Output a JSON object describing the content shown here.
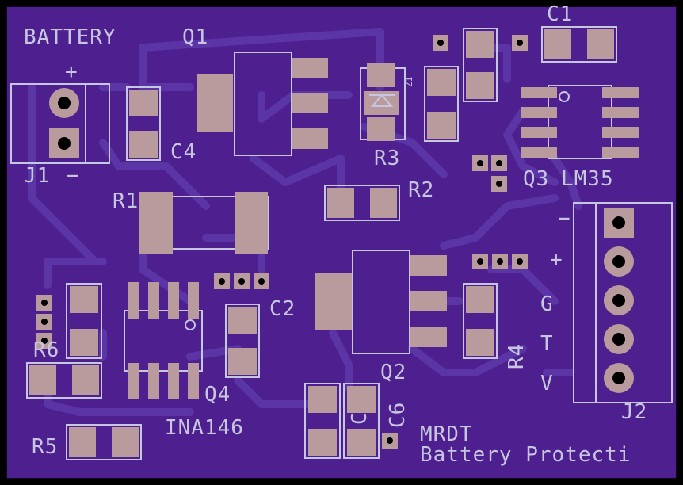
{
  "board": {
    "background": "#000000",
    "substrate_color": "#4e1f8e",
    "trace_color": "#5b34a6",
    "pad_color": "#b99b9d",
    "silkscreen_color": "#c7c6e0"
  },
  "labels": {
    "battery": "BATTERY",
    "q1": "Q1",
    "c1": "C1",
    "c4": "C4",
    "z1": "Z1",
    "r3": "R3",
    "j1": "J1",
    "j1_plus": "+",
    "j1_minus": "−",
    "q3": "Q3",
    "lm35": "LM35",
    "r1": "R1",
    "r2": "R2",
    "c2": "C2",
    "r6": "R6",
    "r5": "R5",
    "q4": "Q4",
    "ina146": "INA146",
    "q2": "Q2",
    "c6": "C6",
    "c5": "C",
    "r4": "R4",
    "j2": "J2",
    "j2_minus": "−",
    "j2_plus": "+",
    "j2_g": "G",
    "j2_t": "T",
    "j2_v": "V",
    "mrdt": "MRDT",
    "battery_protection": "Battery Protecti"
  }
}
